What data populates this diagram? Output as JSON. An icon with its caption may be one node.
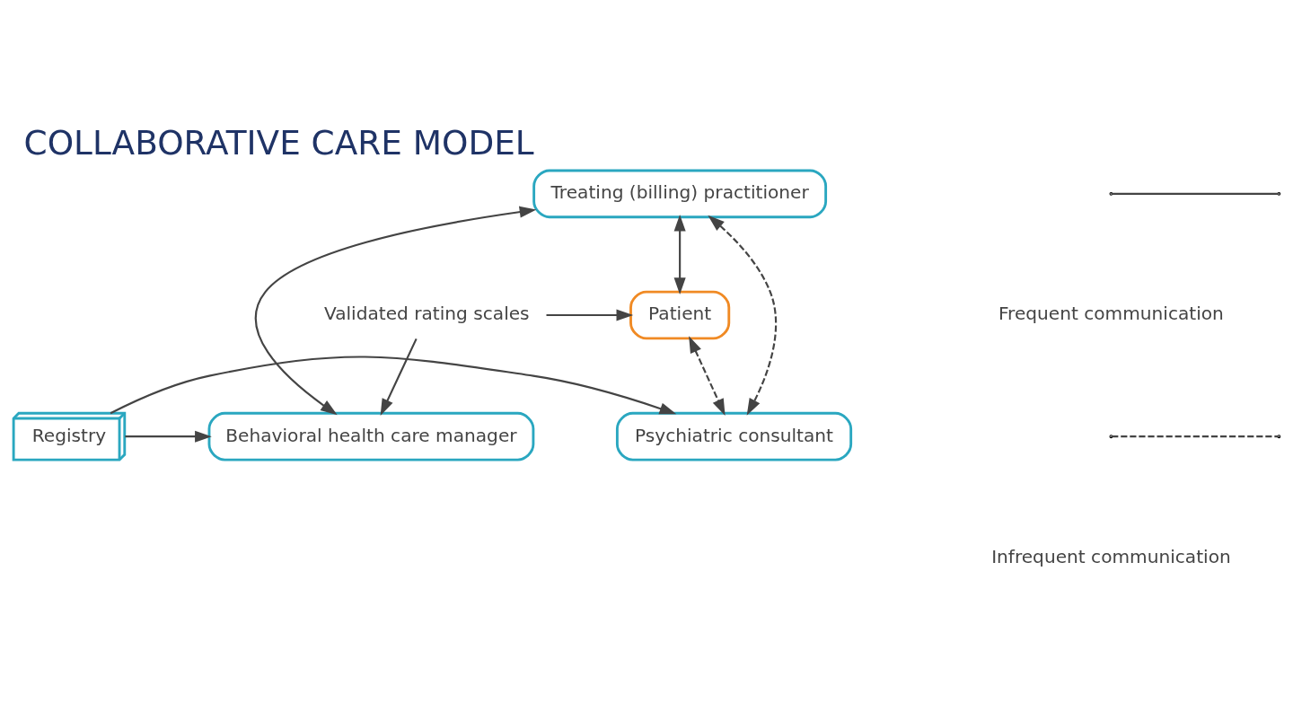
{
  "diagram": {
    "title": "COLLABORATIVE CARE MODEL",
    "nodes": [
      {
        "text": [
          "Treating (billing) practitioner"
        ]
      },
      {
        "text": [
          "Patient"
        ]
      },
      {
        "text": [
          "Validated rating scales"
        ]
      },
      {
        "text": [
          "Behavioral health care manager"
        ]
      },
      {
        "text": [
          "Registry"
        ]
      },
      {
        "text": [
          "Psychiatric consultant"
        ]
      }
    ],
    "edges": [
      {
        "from": 0,
        "to": 1,
        "arrow": "both"
      },
      {
        "from": 0,
        "to": 3,
        "arrow": "both"
      },
      {
        "from": 0,
        "to": 5,
        "arrow": "both",
        "style": "dashed"
      },
      {
        "from": 1,
        "to": 5,
        "arrow": "both",
        "style": "dashed"
      },
      {
        "from": 2,
        "to": 1,
        "arrow": "to"
      },
      {
        "from": 2,
        "to": 3,
        "arrow": "to"
      },
      {
        "from": 4,
        "to": 3,
        "arrow": "to"
      },
      {
        "from": 4,
        "to": 5,
        "arrow": "to"
      }
    ],
    "legend": [
      {
        "text": "Frequent communication"
      },
      {
        "text": "Infrequent communication"
      }
    ]
  }
}
